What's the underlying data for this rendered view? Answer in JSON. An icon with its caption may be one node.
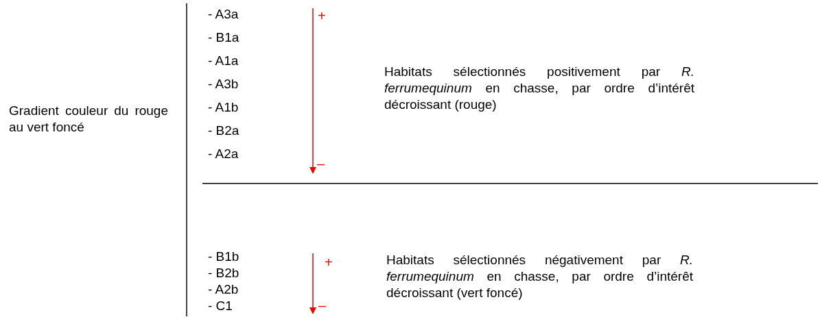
{
  "diagram": {
    "labels": [
      "Gradient couleur du rouge au vert foncé",
      "- A3a",
      "- B1a",
      "- A1a",
      "- A3b",
      "- A1b",
      "- B2a",
      "- A2a",
      "+",
      "–",
      "Habitats sélectionnés positivement par *R. ferrumequinum* en chasse, par ordre d’intérêt décroissant (rouge)",
      "- B1b",
      "- B2b",
      "- A2b",
      "- C1",
      "+",
      "–",
      "Habitats sélectionnés négativement par *R. ferrumequinum* en chasse, par ordre d’intérêt décroissant (vert foncé)"
    ]
  }
}
